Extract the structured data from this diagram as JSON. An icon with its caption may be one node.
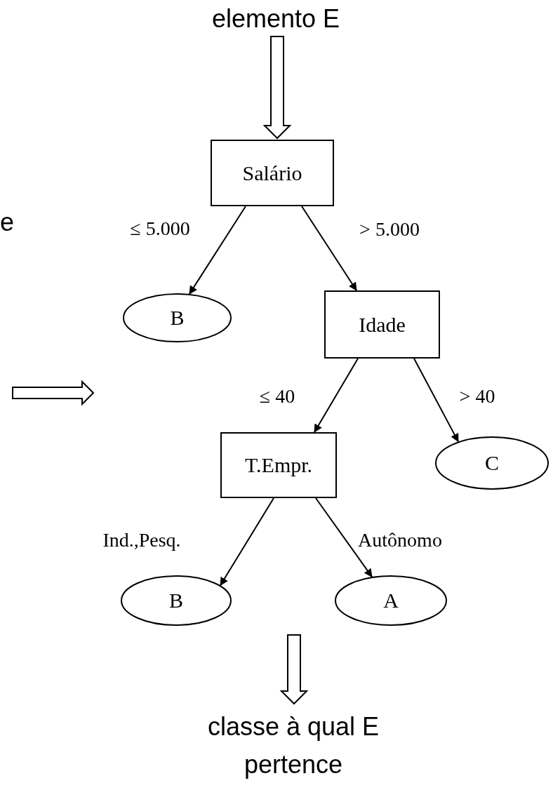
{
  "diagram": {
    "nodes": [
      {
        "text": [
          "elemento E"
        ]
      },
      {
        "text": [
          "Salário"
        ]
      },
      {
        "text": [
          "B"
        ]
      },
      {
        "text": [
          "Idade"
        ]
      },
      {
        "text": [
          "T.Empr."
        ]
      },
      {
        "text": [
          "C"
        ]
      },
      {
        "text": [
          "B"
        ]
      },
      {
        "text": [
          "A"
        ]
      },
      {
        "text": [
          "classe à qual E pertence"
        ]
      }
    ],
    "edges": [
      {
        "from": 0,
        "to": 1,
        "arrow": "to",
        "style": "thick"
      },
      {
        "from": 1,
        "to": 2,
        "arrow": "to",
        "label": "≤ 5.000"
      },
      {
        "from": 1,
        "to": 3,
        "arrow": "to",
        "label": "> 5.000"
      },
      {
        "from": 3,
        "to": 4,
        "arrow": "to",
        "label": "≤ 40"
      },
      {
        "from": 3,
        "to": 5,
        "arrow": "to",
        "label": "> 40"
      },
      {
        "from": 4,
        "to": 6,
        "arrow": "to",
        "label": "Ind.,Pesq."
      },
      {
        "from": 4,
        "to": 7,
        "arrow": "to",
        "label": "Autônomo"
      },
      {
        "from": null,
        "to": 8,
        "arrow": "to",
        "style": "thick"
      }
    ],
    "labels": [
      "e"
    ]
  }
}
